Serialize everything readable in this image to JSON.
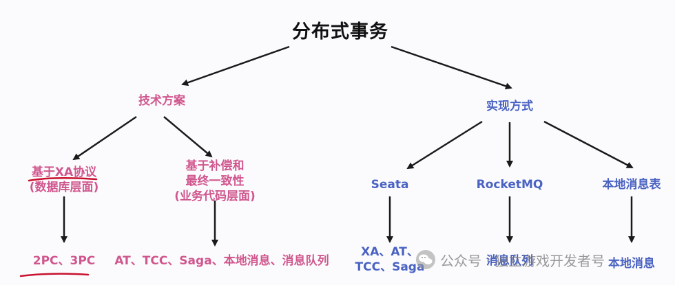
{
  "diagram": {
    "root": "分布式事务",
    "left_branch": {
      "label": "技术方案",
      "xa": {
        "title": "基于XA协议",
        "subtitle": "(数据库层面)",
        "leaf": "2PC、3PC"
      },
      "comp": {
        "line1": "基于补偿和",
        "line2": "最终一致性",
        "line3": "(业务代码层面)",
        "leaf": "AT、TCC、Saga、本地消息、消息队列"
      }
    },
    "right_branch": {
      "label": "实现方式",
      "seata": {
        "title": "Seata",
        "leaf_line1": "XA、AT、",
        "leaf_line2": "TCC、Saga"
      },
      "rocketmq": {
        "title": "RocketMQ",
        "leaf": "消息队列"
      },
      "local": {
        "title": "本地消息表",
        "leaf": "本地消息"
      }
    }
  },
  "watermark": {
    "text": "公众号 · 独立游戏开发者号",
    "icon": "wechat-icon"
  },
  "colors": {
    "pink": "#d0578e",
    "blue": "#4a62c2",
    "underline": "#c8102e",
    "arrow": "#1a1a1a"
  }
}
